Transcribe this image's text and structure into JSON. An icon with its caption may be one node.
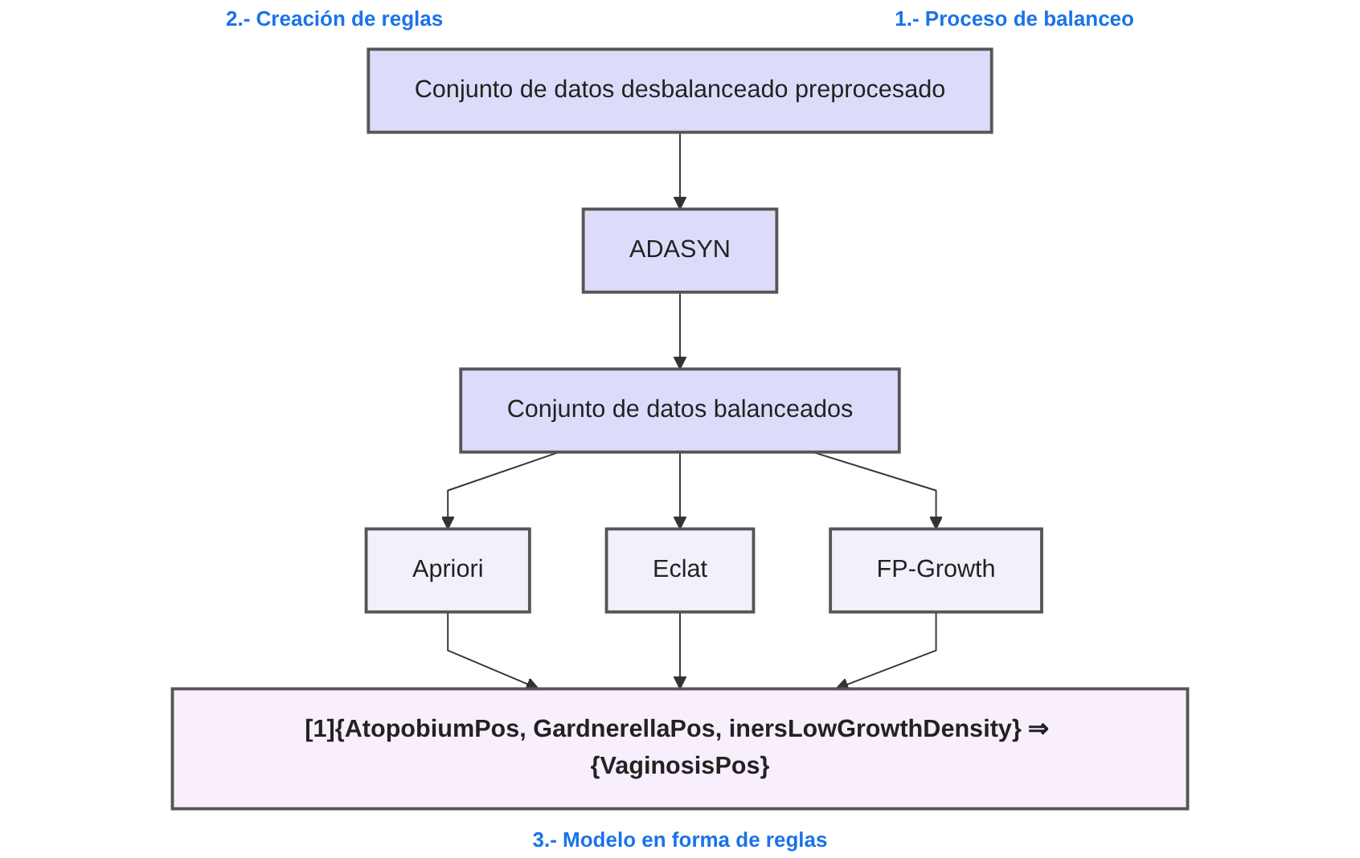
{
  "diagram": {
    "nodes": [
      {
        "text": [
          "ADASYN"
        ]
      },
      {
        "text": [
          "Conjunto de datos desbalanceado preprocesado"
        ]
      },
      {
        "text": [
          "Conjunto de datos balanceados"
        ]
      },
      {
        "text": [
          "Apriori"
        ]
      },
      {
        "text": [
          "Eclat"
        ]
      },
      {
        "text": [
          "FP-Growth"
        ]
      },
      {
        "text": [
          "[1]{AtopobiumPos, GardnerellaPos, inersLowGrowthDensity} ⇒ {VaginosisPos}"
        ]
      }
    ],
    "edges": [
      {
        "from": 1,
        "to": 0,
        "arrow": "to"
      },
      {
        "from": 0,
        "to": 2,
        "arrow": "to"
      },
      {
        "from": 2,
        "to": 3,
        "arrow": "to"
      },
      {
        "from": 2,
        "to": 4,
        "arrow": "to"
      },
      {
        "from": 2,
        "to": 5,
        "arrow": "to"
      },
      {
        "from": 3,
        "to": 6,
        "arrow": "to"
      },
      {
        "from": 4,
        "to": 6,
        "arrow": "to"
      },
      {
        "from": 5,
        "to": 6,
        "arrow": "to"
      }
    ],
    "labels": [
      "2.- Creación de reglas",
      "1.- Proceso de balanceo",
      "3.- Modelo en forma de reglas"
    ]
  }
}
